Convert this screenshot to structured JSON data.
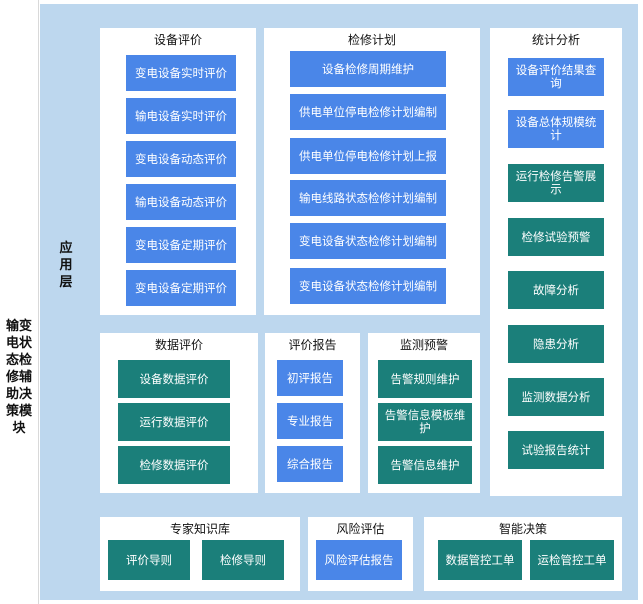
{
  "module_title": "输变电状态检修辅助决策模块",
  "layer_label": "应用层",
  "panels": {
    "equipment_eval": {
      "title": "设备评价",
      "items": [
        "变电设备实时评价",
        "输电设备实时评价",
        "变电设备动态评价",
        "输电设备动态评价",
        "变电设备定期评价",
        "变电设备定期评价"
      ]
    },
    "maintenance_plan": {
      "title": "检修计划",
      "items": [
        "设备检修周期维护",
        "供电单位停电检修计划编制",
        "供电单位停电检修计划上报",
        "输电线路状态检修计划编制",
        "变电设备状态检修计划编制",
        "变电设备状态检修计划编制"
      ]
    },
    "statistics": {
      "title": "统计分析",
      "items": [
        "设备评价结果查询",
        "设备总体规模统计",
        "运行检修告警展示",
        "检修试验预警",
        "故障分析",
        "隐患分析",
        "监测数据分析",
        "试验报告统计"
      ]
    },
    "data_eval": {
      "title": "数据评价",
      "items": [
        "设备数据评价",
        "运行数据评价",
        "检修数据评价"
      ]
    },
    "eval_report": {
      "title": "评价报告",
      "items": [
        "初评报告",
        "专业报告",
        "综合报告"
      ]
    },
    "monitor_alarm": {
      "title": "监测预警",
      "items": [
        "告警规则维护",
        "告警信息模板维护",
        "告警信息维护"
      ]
    },
    "expert_kb": {
      "title": "专家知识库",
      "items": [
        "评价导则",
        "检修导则"
      ]
    },
    "risk_eval": {
      "title": "风险评估",
      "items": [
        "风险评估报告"
      ]
    },
    "smart_decision": {
      "title": "智能决策",
      "items": [
        "数据管控工单",
        "运检管控工单"
      ]
    }
  },
  "colors": {
    "blue_button": "#4a86e8",
    "teal_button": "#1b7f7a",
    "layer_bg": "#bdd7ee"
  }
}
